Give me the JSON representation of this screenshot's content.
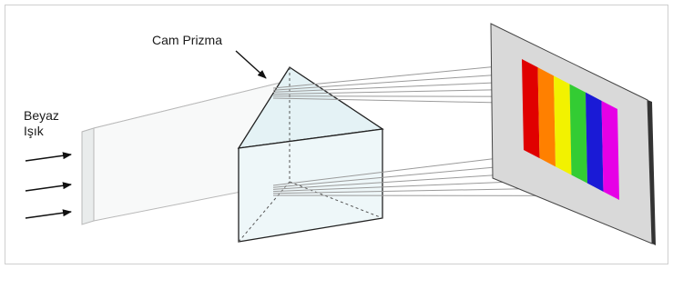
{
  "labels": {
    "prism": "Cam Prizma",
    "light_line1": "Beyaz",
    "light_line2": "Işık"
  },
  "spectrum": {
    "band_colors": [
      "#e00000",
      "#ff8000",
      "#f2f200",
      "#33cc33",
      "#1a1ad6",
      "#e600e6"
    ]
  },
  "colors": {
    "screen": "#d9d9d9",
    "screen_edge": "#333333",
    "prism_face": "#eaf5f7",
    "ray": "#9a9a9a",
    "arrow": "#111111"
  }
}
